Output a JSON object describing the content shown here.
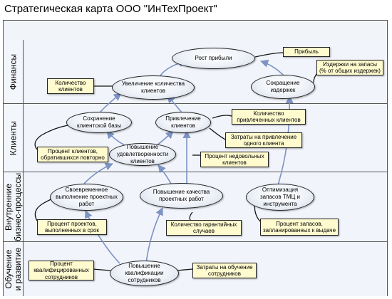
{
  "title": "Стратегическая карта ООО \"ИнТехПроект\"",
  "lanes": {
    "finance": "Финансы",
    "clients": "Клиенты",
    "process_line1": "Внутренние",
    "process_line2": "бизнес-процессы",
    "learning_line1": "Обучение",
    "learning_line2": "и развитие"
  },
  "objectives": {
    "profit_growth": "Рост прибыли",
    "client_increase": "Увеличение количества клиентов",
    "cost_reduction": "Сокращение издержек",
    "client_base": "Сохранение клиентской базы",
    "client_attraction": "Привлечение клиентов",
    "satisfaction": "Повышение удовлетворенности клиентов",
    "timely_projects": "Своевременное выполнение проектных работ",
    "work_quality": "Повышение качества проектных работ",
    "inventory": "Оптимизация запасов ТМЦ и инструмента",
    "qualification": "Повышение квалификации сотрудников"
  },
  "indicators": {
    "profit": "Прибыль",
    "inventory_costs": "Издержки на запасы (% от общих издержек)",
    "client_count": "Количество клиентов",
    "attracted_count": "Количество привлеченных клиентов",
    "attraction_costs": "Затраты на привлечение одного клиента",
    "repeat_clients": "Процент клиентов, обратившихся повторно",
    "dissatisfied": "Процент недовольных клиентов",
    "on_time": "Процент проектов, выполненных в срок",
    "warranty": "Количество гарантийных случаев",
    "reserves": "Процент запасов, запланированных к выдаче",
    "qualified_staff": "Процент квалифицированных сотрудников",
    "training_costs": "Затраты на обучение сотрудников"
  },
  "colors": {
    "lane_header_bg": "#f3f6fb",
    "lane_bg": "#f1f4fa",
    "indicator_bg": "#fffbcf",
    "cause_arrow": "#7c93c4",
    "indicator_connector": "#111111"
  }
}
